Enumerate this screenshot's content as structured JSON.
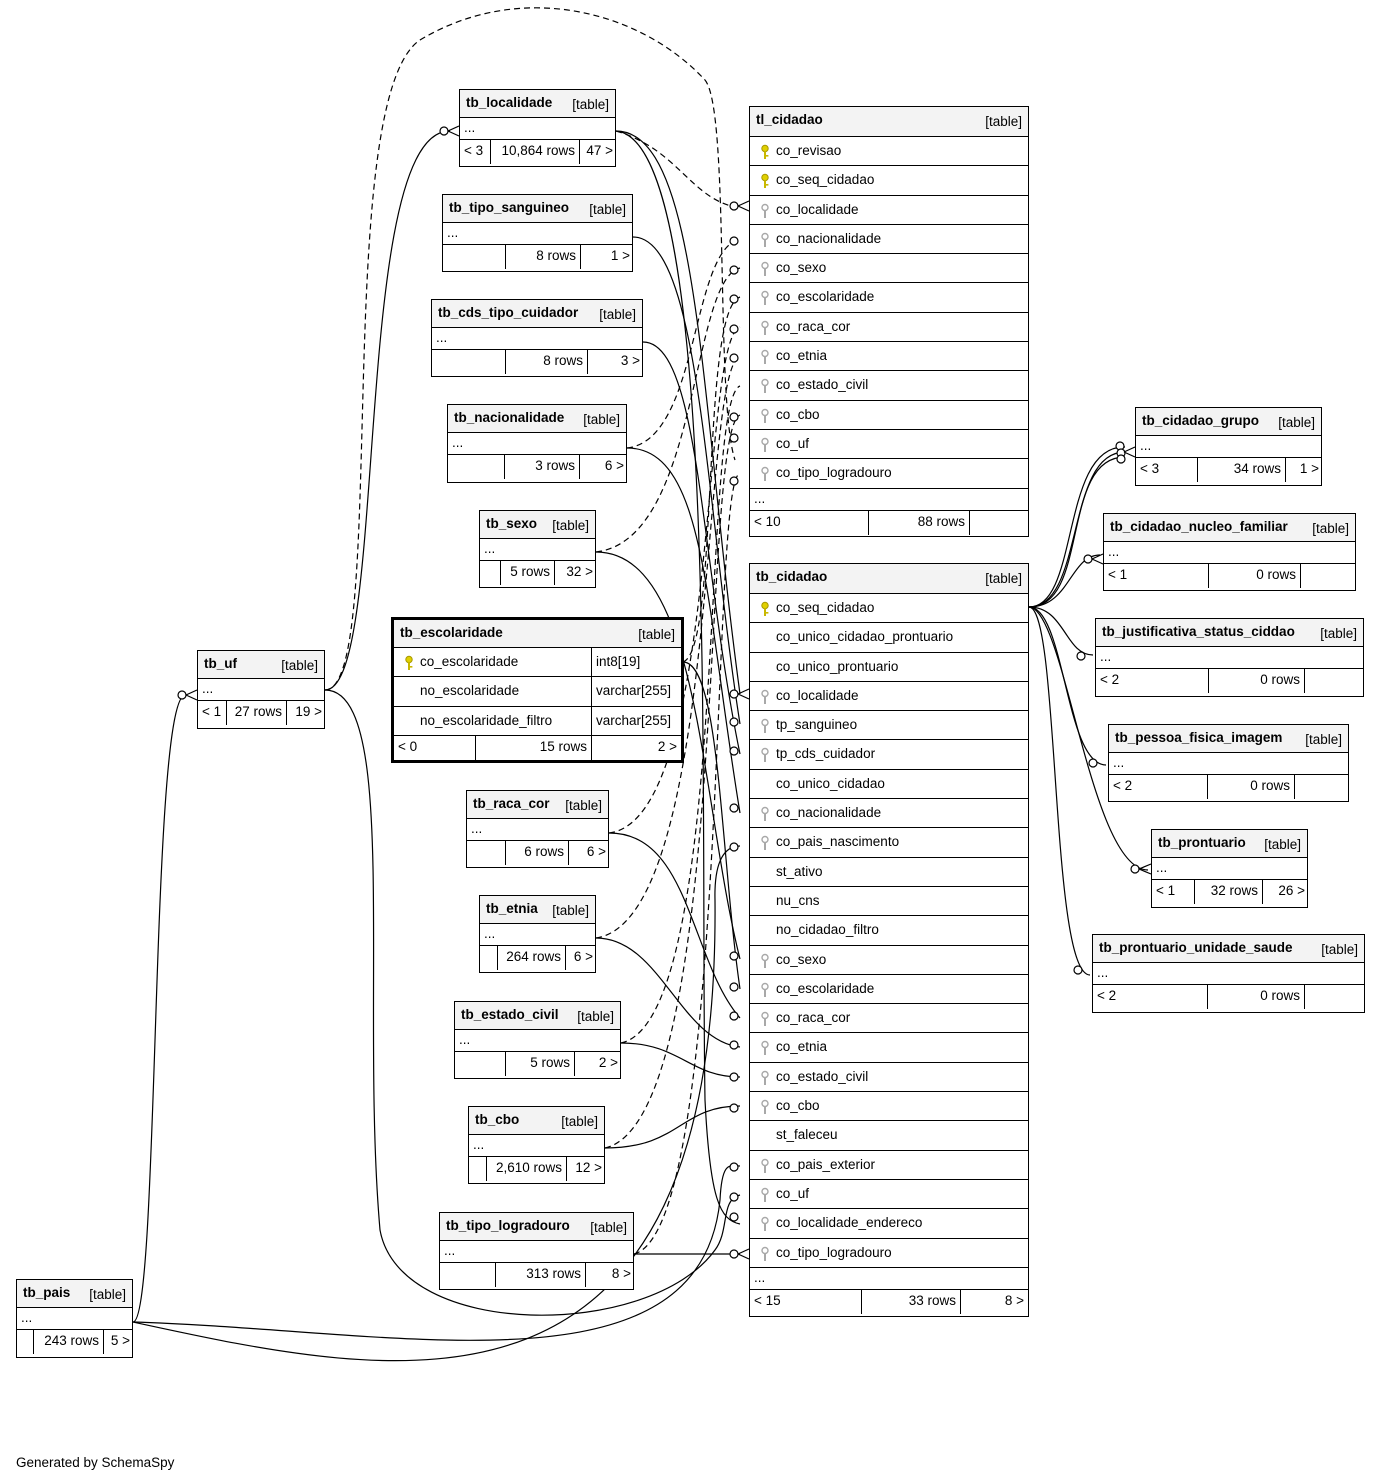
{
  "labels": {
    "table_type": "[table]",
    "ellipsis": "..."
  },
  "tables": {
    "tb_localidade": {
      "name": "tb_localidade",
      "parents": "< 3",
      "rows": "10,864 rows",
      "children": "47 >"
    },
    "tb_tipo_sanguineo": {
      "name": "tb_tipo_sanguineo",
      "parents": "",
      "rows": "8 rows",
      "children": "1 >"
    },
    "tb_cds_tipo_cuidador": {
      "name": "tb_cds_tipo_cuidador",
      "parents": "",
      "rows": "8 rows",
      "children": "3 >"
    },
    "tb_nacionalidade": {
      "name": "tb_nacionalidade",
      "parents": "",
      "rows": "3 rows",
      "children": "6 >"
    },
    "tb_sexo": {
      "name": "tb_sexo",
      "parents": "",
      "rows": "5 rows",
      "children": "32 >"
    },
    "tb_escolaridade": {
      "name": "tb_escolaridade",
      "parents": "< 0",
      "rows": "15 rows",
      "children": "2 >",
      "columns": [
        {
          "name": "co_escolaridade",
          "type": "int8[19]"
        },
        {
          "name": "no_escolaridade",
          "type": "varchar[255]"
        },
        {
          "name": "no_escolaridade_filtro",
          "type": "varchar[255]"
        }
      ]
    },
    "tb_raca_cor": {
      "name": "tb_raca_cor",
      "parents": "",
      "rows": "6 rows",
      "children": "6 >"
    },
    "tb_etnia": {
      "name": "tb_etnia",
      "parents": "",
      "rows": "264 rows",
      "children": "6 >"
    },
    "tb_estado_civil": {
      "name": "tb_estado_civil",
      "parents": "",
      "rows": "5 rows",
      "children": "2 >"
    },
    "tb_cbo": {
      "name": "tb_cbo",
      "parents": "",
      "rows": "2,610 rows",
      "children": "12 >"
    },
    "tb_tipo_logradouro": {
      "name": "tb_tipo_logradouro",
      "parents": "",
      "rows": "313 rows",
      "children": "8 >"
    },
    "tb_uf": {
      "name": "tb_uf",
      "parents": "< 1",
      "rows": "27 rows",
      "children": "19 >"
    },
    "tb_pais": {
      "name": "tb_pais",
      "parents": "",
      "rows": "243 rows",
      "children": "5 >"
    },
    "tl_cidadao": {
      "name": "tl_cidadao",
      "parents": "< 10",
      "rows": "88 rows",
      "children": "",
      "columns": [
        "co_revisao",
        "co_seq_cidadao",
        "co_localidade",
        "co_nacionalidade",
        "co_sexo",
        "co_escolaridade",
        "co_raca_cor",
        "co_etnia",
        "co_estado_civil",
        "co_cbo",
        "co_uf",
        "co_tipo_logradouro"
      ]
    },
    "tb_cidadao": {
      "name": "tb_cidadao",
      "parents": "< 15",
      "rows": "33 rows",
      "children": "8 >",
      "columns": [
        "co_seq_cidadao",
        "co_unico_cidadao_prontuario",
        "co_unico_prontuario",
        "co_localidade",
        "tp_sanguineo",
        "tp_cds_cuidador",
        "co_unico_cidadao",
        "co_nacionalidade",
        "co_pais_nascimento",
        "st_ativo",
        "nu_cns",
        "no_cidadao_filtro",
        "co_sexo",
        "co_escolaridade",
        "co_raca_cor",
        "co_etnia",
        "co_estado_civil",
        "co_cbo",
        "st_faleceu",
        "co_pais_exterior",
        "co_uf",
        "co_localidade_endereco",
        "co_tipo_logradouro"
      ]
    },
    "tb_cidadao_grupo": {
      "name": "tb_cidadao_grupo",
      "parents": "< 3",
      "rows": "34 rows",
      "children": "1 >"
    },
    "tb_cidadao_nucleo_familiar": {
      "name": "tb_cidadao_nucleo_familiar",
      "parents": "< 1",
      "rows": "0 rows",
      "children": ""
    },
    "tb_justificativa_status_ciddao": {
      "name": "tb_justificativa_status_ciddao",
      "parents": "< 2",
      "rows": "0 rows",
      "children": ""
    },
    "tb_pessoa_fisica_imagem": {
      "name": "tb_pessoa_fisica_imagem",
      "parents": "< 2",
      "rows": "0 rows",
      "children": ""
    },
    "tb_prontuario": {
      "name": "tb_prontuario",
      "parents": "< 1",
      "rows": "32 rows",
      "children": "26 >"
    },
    "tb_prontuario_unidade_saude": {
      "name": "tb_prontuario_unidade_saude",
      "parents": "< 2",
      "rows": "0 rows",
      "children": ""
    }
  },
  "footer": {
    "credit": "Generated by SchemaSpy"
  },
  "colors": {
    "primary_key": "#e0d000",
    "foreign_key": "#a8a8a8",
    "header_bg": "#f3f3f3"
  }
}
